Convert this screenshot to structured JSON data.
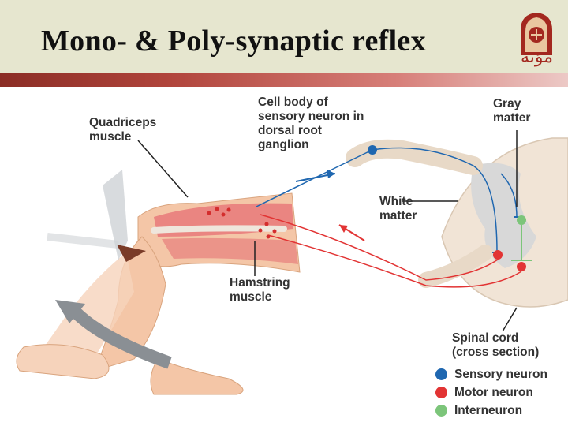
{
  "slide": {
    "title": "Mono- & Poly-synaptic reflex",
    "logo_text": "مؤتة"
  },
  "labels": {
    "quadriceps": "Quadriceps\nmuscle",
    "cell_body": "Cell body of\nsensory neuron in\ndorsal root\nganglion",
    "gray_matter": "Gray\nmatter",
    "white_matter": "White\nmatter",
    "hamstring": "Hamstring\nmuscle",
    "spinal_cord": "Spinal cord\n(cross section)"
  },
  "legend": [
    {
      "label": "Sensory neuron",
      "color": "#1f67b0"
    },
    {
      "label": "Motor neuron",
      "color": "#e23434"
    },
    {
      "label": "Interneuron",
      "color": "#7cc57a"
    }
  ]
}
